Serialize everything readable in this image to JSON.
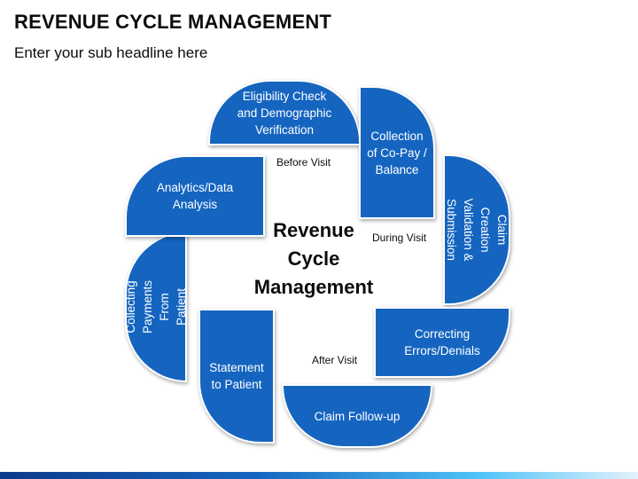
{
  "header": {
    "title": "REVENUE CYCLE MANAGEMENT",
    "subtitle": "Enter your sub headline here"
  },
  "diagram": {
    "center": "Revenue\nCycle\nManagement",
    "phases": [
      "Before Visit",
      "During Visit",
      "After Visit"
    ],
    "steps": [
      "Eligibility Check\nand Demographic\nVerification",
      "Collection\nof Co-Pay /\nBalance",
      "Claim Creation\nValidation &\nSubmission",
      "Correcting\nErrors/Denials",
      "Claim Follow-up",
      "Statement\nto Patient",
      "Collecting Payments\nFrom Patient",
      "Analytics/Data\nAnalysis"
    ],
    "colors": {
      "leaf": "#1565c0",
      "text": "#0d0d0d"
    }
  }
}
